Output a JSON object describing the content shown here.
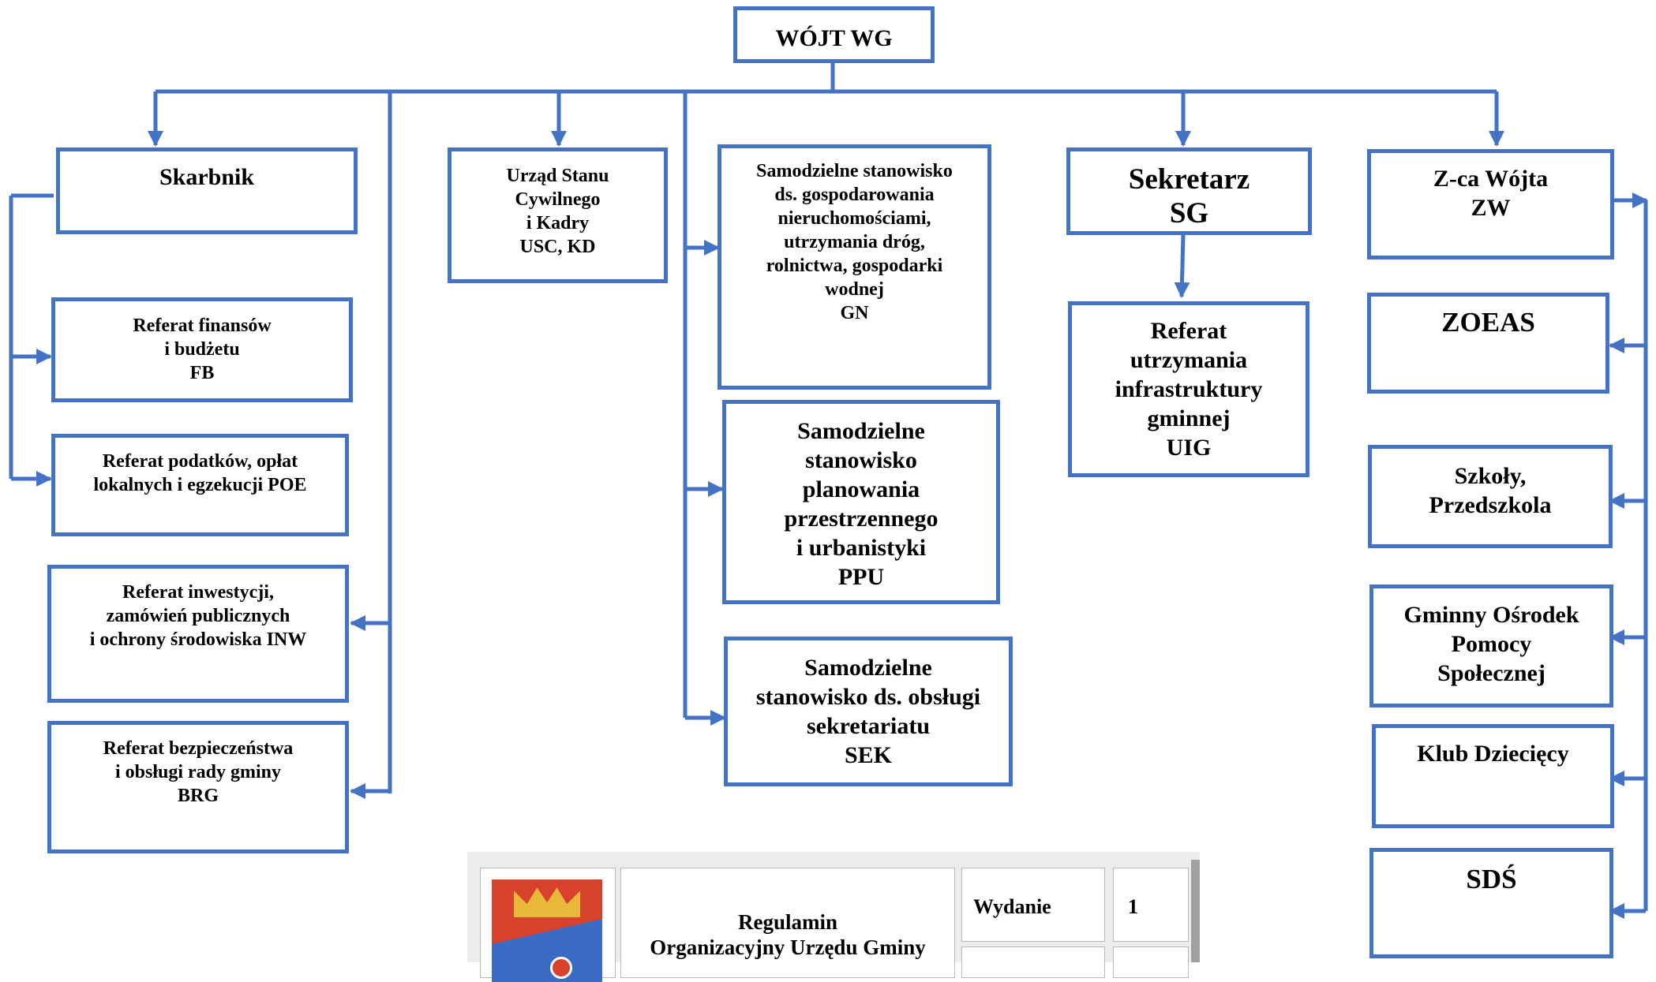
{
  "chart": {
    "root": "WÓJT WG",
    "skarbnik": "Skarbnik",
    "fb": "Referat finansów\ni budżetu\nFB",
    "poe": "Referat podatków, opłat\nlokalnych i egzekucji POE",
    "inw": "Referat inwestycji,\nzamówień publicznych\ni ochrony środowiska INW",
    "brg": "Referat bezpieczeństwa\ni obsługi rady gminy\nBRG",
    "usc": "Urząd Stanu\nCywilnego\ni Kadry\nUSC, KD",
    "gn": "Samodzielne stanowisko\nds. gospodarowania\nnieruchomościami,\nutrzymania dróg,\nrolnictwa, gospodarki\nwodnej\nGN",
    "ppu": "Samodzielne\nstanowisko\nplanowania\nprzestrzennego\ni urbanistyki\nPPU",
    "sek": "Samodzielne\nstanowisko ds. obsługi\nsekretariatu\nSEK",
    "sekretarz": "Sekretarz\nSG",
    "uig": "Referat\nutrzymania\ninfrastruktury\ngminnej\nUIG",
    "zw": "Z-ca Wójta\nZW",
    "zoeas": "ZOEAS",
    "szkoly": "Szkoły,\nPrzedszkola",
    "gops": "Gminny Ośrodek\nPomocy\nSpołecznej",
    "klub": "Klub Dziecięcy",
    "sds": "SDŚ"
  },
  "footer": {
    "title": "Regulamin\nOrganizacyjny Urzędu Gminy",
    "edition_label": "Wydanie",
    "edition_value": "1"
  },
  "colors": {
    "line": "#4472c4"
  }
}
